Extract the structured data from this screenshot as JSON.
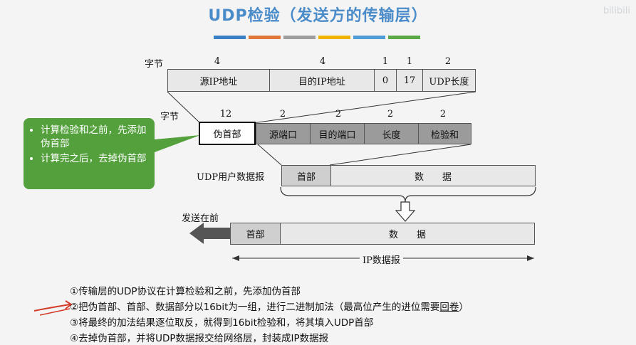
{
  "title": "UDP检验（发送方的传输层）",
  "watermark": "bilibili",
  "stripe_colors": [
    "#3b7fc4",
    "#e0763a",
    "#9e9e9e",
    "#f0b400",
    "#4f9cd6",
    "#5aa946"
  ],
  "pseudo_header": {
    "bytes_label": "字节",
    "sizes": [
      "4",
      "4",
      "1",
      "1",
      "2"
    ],
    "fields": [
      "源IP地址",
      "目的IP地址",
      "0",
      "17",
      "UDP长度"
    ]
  },
  "udp_header": {
    "bytes_label": "字节",
    "sizes": [
      "12",
      "2",
      "2",
      "2",
      "2"
    ],
    "fields": [
      "伪首部",
      "源端口",
      "目的端口",
      "长度",
      "检验和"
    ]
  },
  "callout": {
    "items": [
      "计算检验和之前，先添加伪首部",
      "计算完之后，去掉伪首部"
    ]
  },
  "udp_datagram": {
    "label": "UDP用户数据报",
    "header": "首部",
    "data": "数　　据"
  },
  "ip_datagram": {
    "send_label": "发送在前",
    "header": "首部",
    "data": "数　　据",
    "span_label": "IP数据报"
  },
  "notes": [
    "①传输层的UDP协议在计算检验和之前，先添加伪首部",
    "②把伪首部、首部、数据部分以16bit为一组，进行二进制加法（最高位产生的进位需要",
    "回卷",
    "）",
    "③将最终的加法结果逐位取反，就得到16bit检验和，将其填入UDP首部",
    "④去掉伪首部，并将UDP数据报交给网络层，封装成IP数据报"
  ]
}
